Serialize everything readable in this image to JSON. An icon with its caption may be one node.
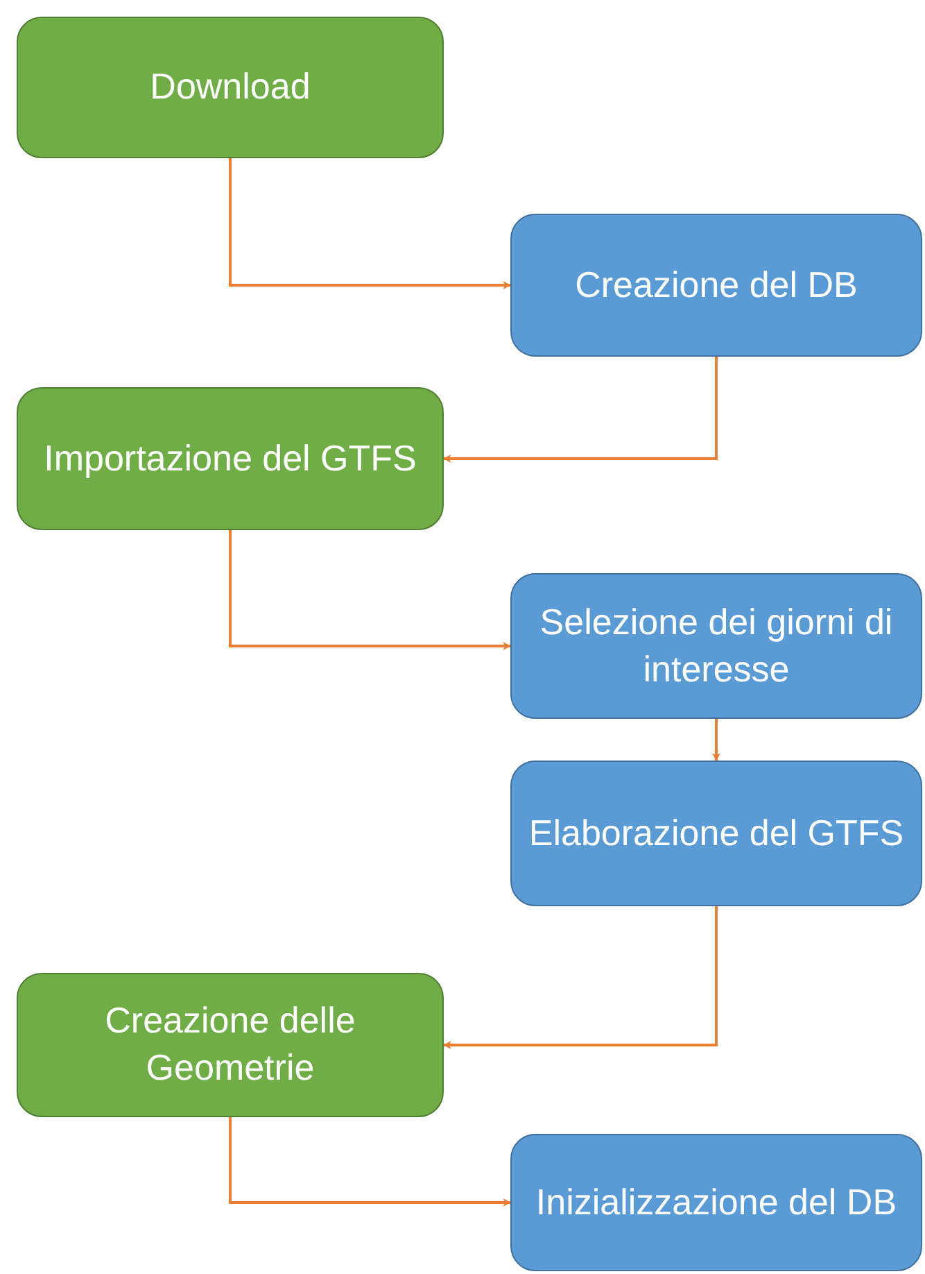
{
  "diagram": {
    "nodes": [
      {
        "text": [
          "Download"
        ]
      },
      {
        "text": [
          "Creazione del DB"
        ]
      },
      {
        "text": [
          "Importazione del GTFS"
        ]
      },
      {
        "text": [
          "Selezione dei giorni di interesse"
        ]
      },
      {
        "text": [
          "Elaborazione del GTFS"
        ]
      },
      {
        "text": [
          "Creazione delle Geometrie"
        ]
      },
      {
        "text": [
          "Inizializzazione del DB"
        ]
      }
    ],
    "edges": [
      {
        "from": 0,
        "to": 1,
        "arrow": "to"
      },
      {
        "from": 1,
        "to": 2,
        "arrow": "to"
      },
      {
        "from": 2,
        "to": 3,
        "arrow": "to"
      },
      {
        "from": 3,
        "to": 4,
        "arrow": "to"
      },
      {
        "from": 4,
        "to": 5,
        "arrow": "to"
      },
      {
        "from": 5,
        "to": 6,
        "arrow": "to"
      }
    ]
  }
}
